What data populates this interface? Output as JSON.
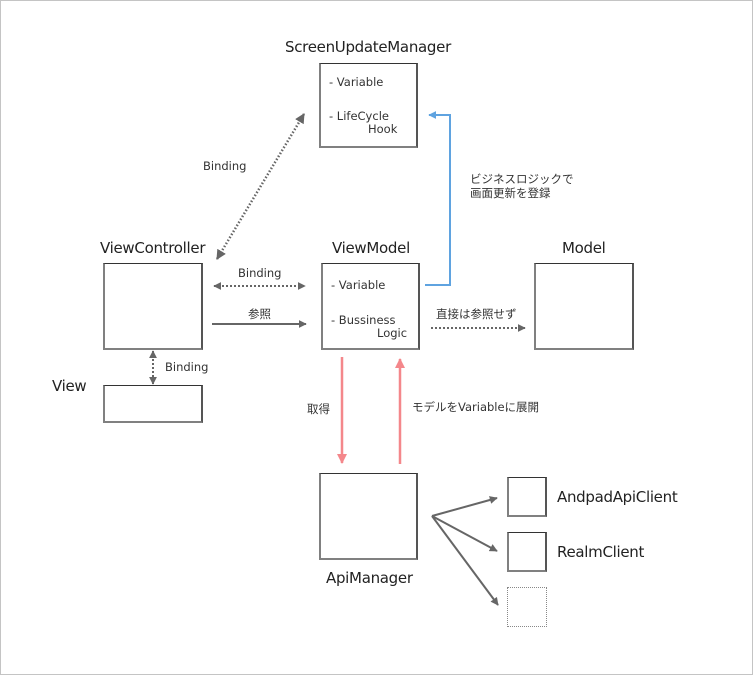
{
  "colors": {
    "arrow_gray": "#666666",
    "arrow_blue": "#5fa3e0",
    "arrow_red": "#f4878b",
    "box_border": "#808080",
    "text": "#333333"
  },
  "nodes": {
    "screen_update_manager": {
      "title": "ScreenUpdateManager",
      "items": [
        "- Variable",
        "- LifeCycle",
        "Hook"
      ]
    },
    "view_controller": {
      "title": "ViewController"
    },
    "view": {
      "title": "View"
    },
    "view_model": {
      "title": "ViewModel",
      "items": [
        "- Variable",
        "- Bussiness",
        "Logic"
      ]
    },
    "model": {
      "title": "Model"
    },
    "api_manager": {
      "title": "ApiManager"
    },
    "andpad_api_client": {
      "title": "AndpadApiClient"
    },
    "realm_client": {
      "title": "RealmClient"
    },
    "placeholder_client": {
      "title": ""
    }
  },
  "edges": {
    "vc_to_sum": {
      "label": "Binding",
      "style": "dotted",
      "direction": "both"
    },
    "vc_to_vm_binding": {
      "label": "Binding",
      "style": "dotted",
      "direction": "both"
    },
    "vc_to_vm_ref": {
      "label": "参照",
      "style": "solid",
      "direction": "forward"
    },
    "vc_to_view": {
      "label": "Binding",
      "style": "dotted",
      "direction": "both"
    },
    "vm_to_sum": {
      "label_lines": [
        "ビジネスロジックで",
        "画面更新を登録"
      ],
      "style": "solid",
      "color": "blue"
    },
    "vm_to_model": {
      "label": "直接は参照せず",
      "style": "dotted",
      "direction": "forward"
    },
    "vm_to_api": {
      "label": "取得",
      "style": "solid",
      "color": "red"
    },
    "api_to_vm": {
      "label": "モデルをVariableに展開",
      "style": "solid",
      "color": "red"
    },
    "api_to_clients": {
      "targets": [
        "AndpadApiClient",
        "RealmClient",
        "(empty)"
      ]
    }
  }
}
